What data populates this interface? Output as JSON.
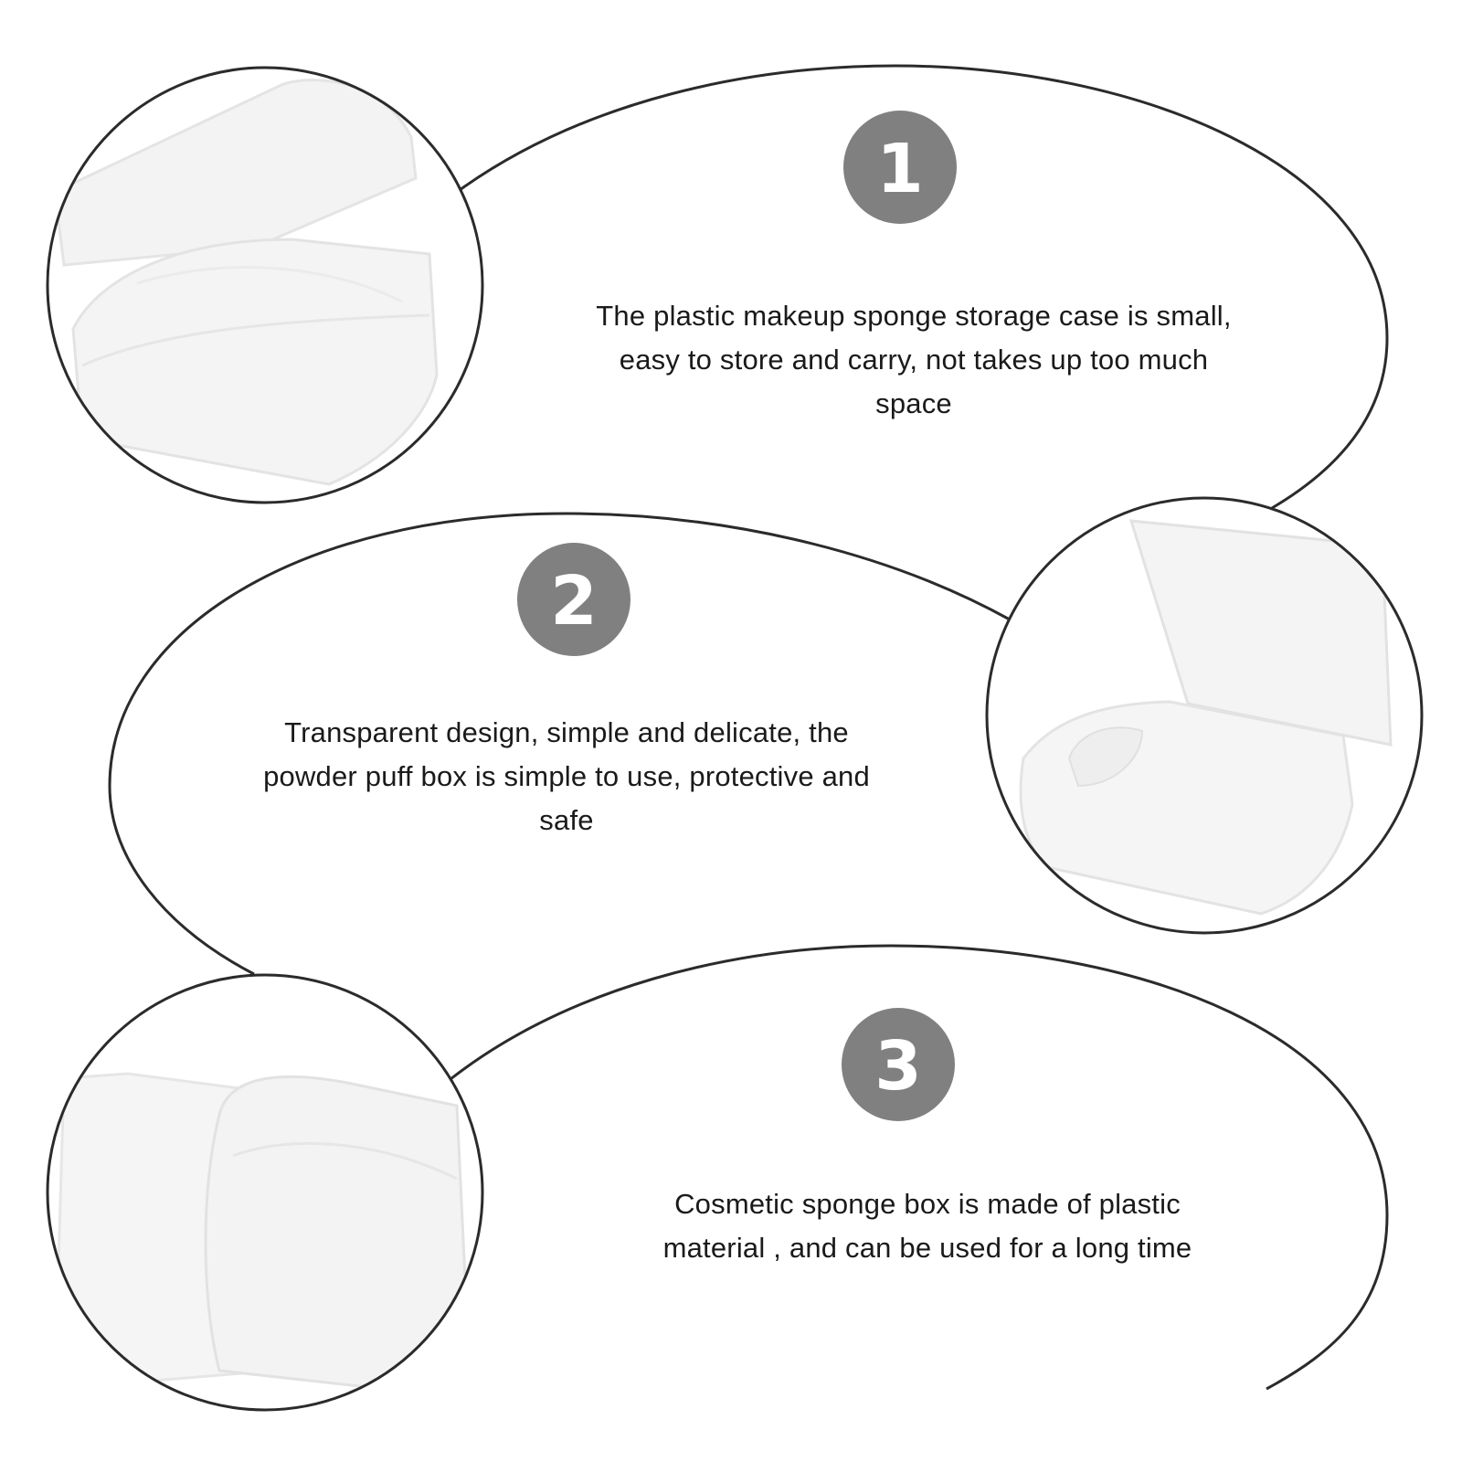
{
  "colors": {
    "outline": "#2b2b2b",
    "badge": "#808080",
    "badge_text": "#ffffff",
    "text": "#1a1a1a",
    "product": "#f2f2f2",
    "product_edge": "#e2e2e2"
  },
  "features": [
    {
      "number": "1",
      "text": "The plastic makeup sponge storage case is small, easy to store and carry, not takes up too much space"
    },
    {
      "number": "2",
      "text": "Transparent design, simple and delicate, the powder puff box is simple to use, protective and safe"
    },
    {
      "number": "3",
      "text": "Cosmetic sponge box is made of plastic material , and can be used for a long time"
    }
  ],
  "icons": {
    "photo_1": "sponge-case-open-lid-photo",
    "photo_2": "square-case-open-photo",
    "photo_3": "case-closeup-photo"
  }
}
